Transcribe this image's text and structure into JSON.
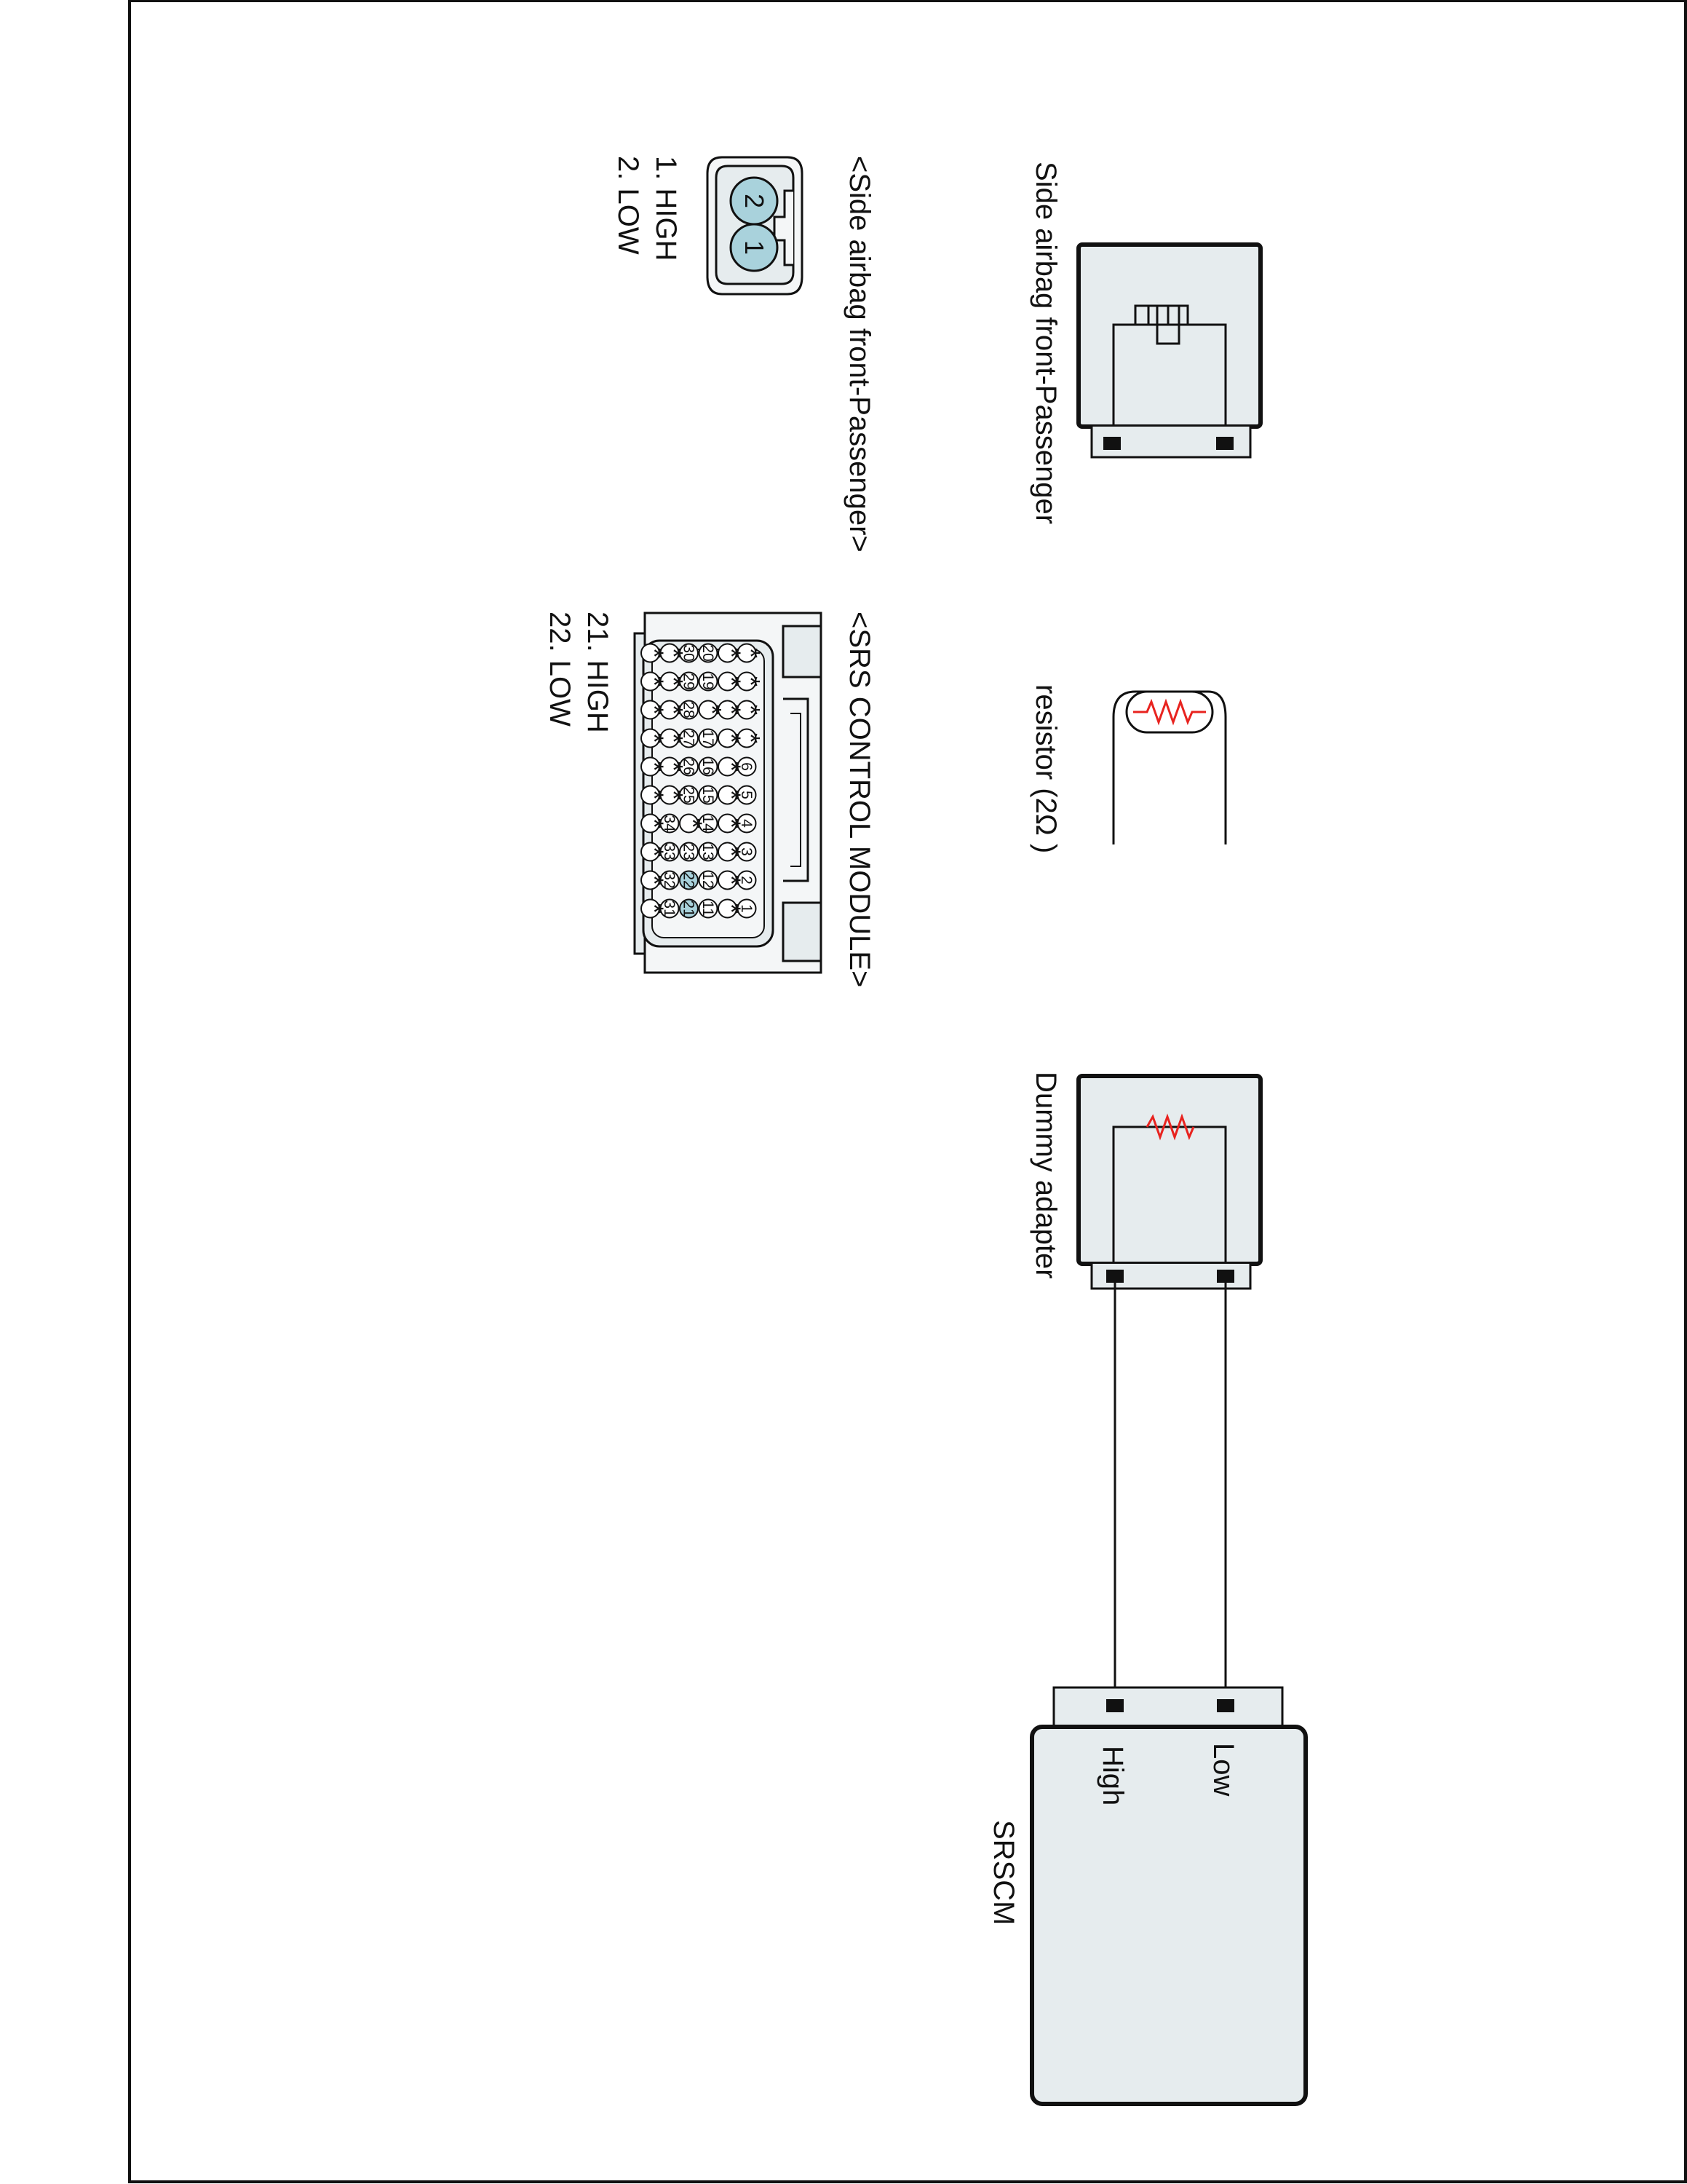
{
  "components": {
    "side_airbag": {
      "label": "Side airbag front-Passenger"
    },
    "resistor": {
      "label": "resistor (2Ω )"
    },
    "dummy_adapter": {
      "label": "Dummy adapter"
    },
    "srscm": {
      "label": "SRSCM",
      "pin_low": "Low",
      "pin_high": "High"
    }
  },
  "connectors": {
    "side_airbag_connector": {
      "title": "<Side airbag front-Passenger>",
      "pins": [
        "1. HIGH",
        "2. LOW"
      ],
      "cavity_labels": [
        "1",
        "2"
      ]
    },
    "srs_control_module": {
      "title": "<SRS CONTROL MODULE>",
      "pins": [
        "21. HIGH",
        "22. LOW"
      ],
      "rows": [
        [
          "1",
          "2",
          "3",
          "4",
          "5",
          "6",
          "*",
          "*",
          "*",
          "*"
        ],
        [
          "*",
          "*",
          "*",
          "*",
          "*",
          "*",
          "*",
          "*",
          "*",
          "*"
        ],
        [
          "11",
          "12",
          "13",
          "14",
          "15",
          "16",
          "17",
          "*",
          "19",
          "20"
        ],
        [
          "21",
          "22",
          "23",
          "*",
          "25",
          "26",
          "27",
          "28",
          "29",
          "30"
        ],
        [
          "31",
          "32",
          "33",
          "34",
          "*",
          "*",
          "*",
          "*",
          "*",
          "*"
        ],
        [
          "*",
          "*",
          "*",
          "*",
          "*",
          "*",
          "*",
          "*",
          "*",
          "*"
        ]
      ],
      "highlighted_pins": [
        "21",
        "22"
      ]
    }
  },
  "colors": {
    "outline": "#111111",
    "component_fill": "#e6ecee",
    "highlight_fill": "#a9d2dc",
    "resistor": "#e8231f"
  }
}
